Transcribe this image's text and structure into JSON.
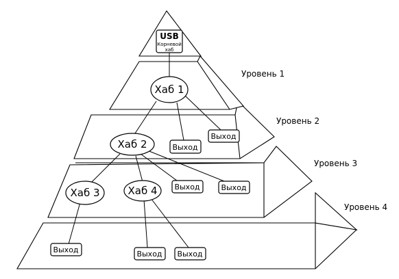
{
  "root": {
    "title": "USB",
    "subtitle_line1": "Корневой",
    "subtitle_line2": "хаб"
  },
  "levels": [
    "Уровень 1",
    "Уровень 2",
    "Уровень 3",
    "Уровень 4"
  ],
  "hubs": [
    "Хаб 1",
    "Хаб 2",
    "Хаб 3",
    "Хаб 4"
  ],
  "outputs": [
    "Выход",
    "Выход",
    "Выход",
    "Выход",
    "Выход",
    "Выход",
    "Выход"
  ]
}
